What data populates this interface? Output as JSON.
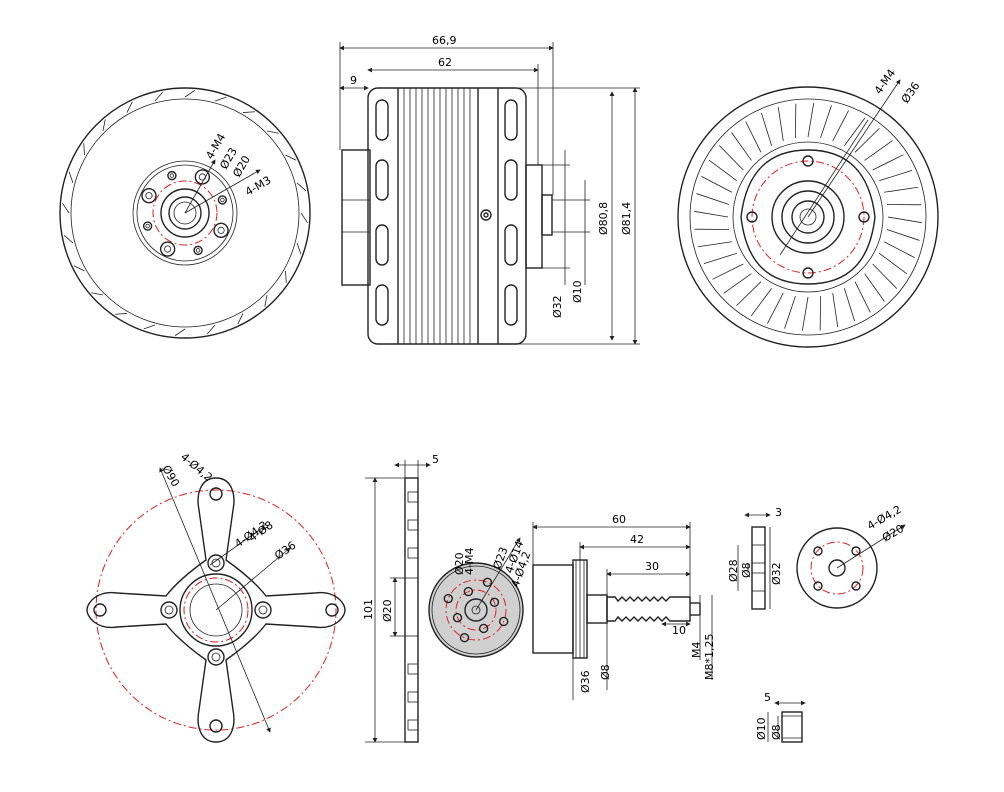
{
  "colors": {
    "line": "#222222",
    "center_line": "#e02020",
    "background": "#ffffff"
  },
  "motor_front": {
    "labels": [
      "4-M4",
      "Ø23",
      "Ø20",
      "4-M3"
    ]
  },
  "motor_side": {
    "labels": {
      "len_total": "66,9",
      "len_body": "62",
      "len_shaft_ext": "9",
      "dia_outer1": "Ø80,8",
      "dia_outer2": "Ø81,4",
      "dia_32": "Ø32",
      "dia_10": "Ø10"
    }
  },
  "motor_back": {
    "labels": [
      "4-M4",
      "Ø36"
    ]
  },
  "cross_mount": {
    "labels": [
      "4-Ø4,2",
      "Ø90",
      "4-Ø4,2",
      "4-Ø8",
      "Ø36"
    ]
  },
  "mount_side": {
    "labels": {
      "thickness": "5",
      "height": "101",
      "dia": "Ø20"
    }
  },
  "adapter_disc": {
    "labels": [
      "4-M4",
      "Ø20",
      "Ø23",
      "4-Ø14",
      "4-Ø4,2"
    ]
  },
  "prop_adapter": {
    "labels": {
      "len_total": "60",
      "len_42": "42",
      "len_30": "30",
      "len_10": "10",
      "dia_36": "Ø36",
      "dia_8": "Ø8",
      "m4": "M4",
      "thread": "M8*1,25"
    }
  },
  "washer": {
    "labels": {
      "thickness": "3",
      "d28": "Ø28",
      "d8": "Ø8",
      "d32": "Ø32",
      "holes": "4-Ø4,2",
      "d20": "Ø20"
    }
  },
  "spacer": {
    "labels": {
      "length": "5",
      "d10": "Ø10",
      "d8": "Ø8"
    }
  }
}
